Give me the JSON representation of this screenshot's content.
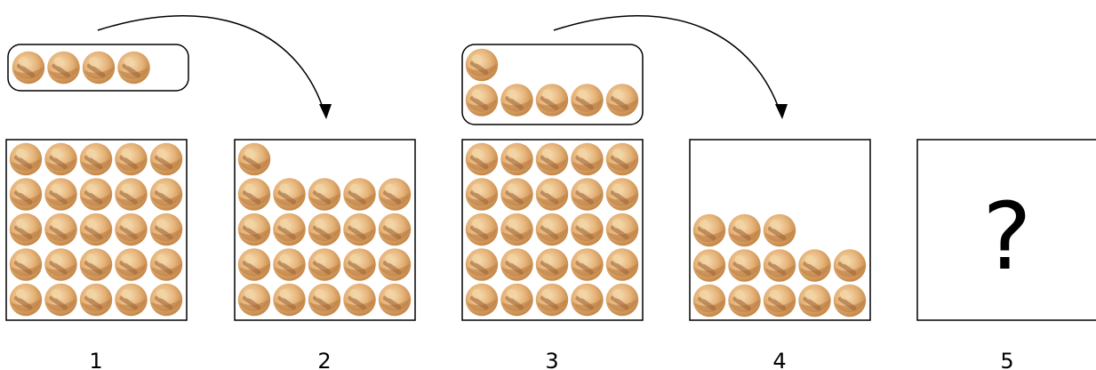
{
  "panels": [
    {
      "label": "1",
      "cookies": 25
    },
    {
      "label": "2",
      "cookies": 21
    },
    {
      "label": "3",
      "cookies": 25
    },
    {
      "label": "4",
      "cookies": 13
    },
    {
      "label": "5",
      "text": "?"
    }
  ],
  "removed_groups": [
    {
      "cookies": 4
    },
    {
      "cookies": 6
    }
  ],
  "colors": {
    "cookie_light": "#f3d4a4",
    "cookie_mid": "#e0a868",
    "cookie_dark": "#b87a42",
    "cookie_shadow": "#a0683a",
    "stroke": "#000000"
  }
}
